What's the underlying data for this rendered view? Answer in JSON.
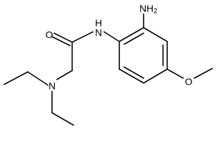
{
  "molecule": {
    "atoms": {
      "oxygen_carbonyl": "O",
      "nitrogen_amide": "N",
      "hydrogen_amide": "H",
      "nitrogen_amine": "N",
      "amino_main": "NH",
      "amino_sub": "2",
      "oxygen_methoxy": "O"
    }
  },
  "colors": {
    "bond": "#000000",
    "text": "#000000",
    "background": "#ffffff"
  }
}
